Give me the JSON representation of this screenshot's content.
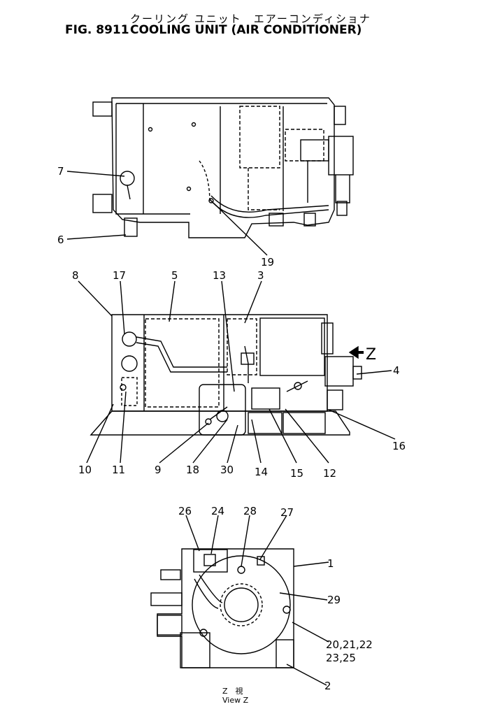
{
  "header": {
    "japanese_title": "クーリング ユニット　エアーコンディショナ",
    "figure_number": "FIG. 8911",
    "title": "COOLING UNIT (AIR CONDITIONER)"
  },
  "top_view": {
    "callouts": [
      "7",
      "6",
      "19"
    ]
  },
  "side_view": {
    "callouts_top": [
      "8",
      "17",
      "5",
      "13",
      "3",
      "4"
    ],
    "callouts_bottom": [
      "10",
      "11",
      "9",
      "18",
      "30",
      "14",
      "15",
      "12",
      "16"
    ],
    "direction_marker": "Z"
  },
  "view_z": {
    "callouts": [
      "26",
      "24",
      "28",
      "27",
      "1",
      "29",
      "20,21,22",
      "23,25",
      "2"
    ],
    "caption_jp": "Z　視",
    "caption_en": "View Z"
  }
}
